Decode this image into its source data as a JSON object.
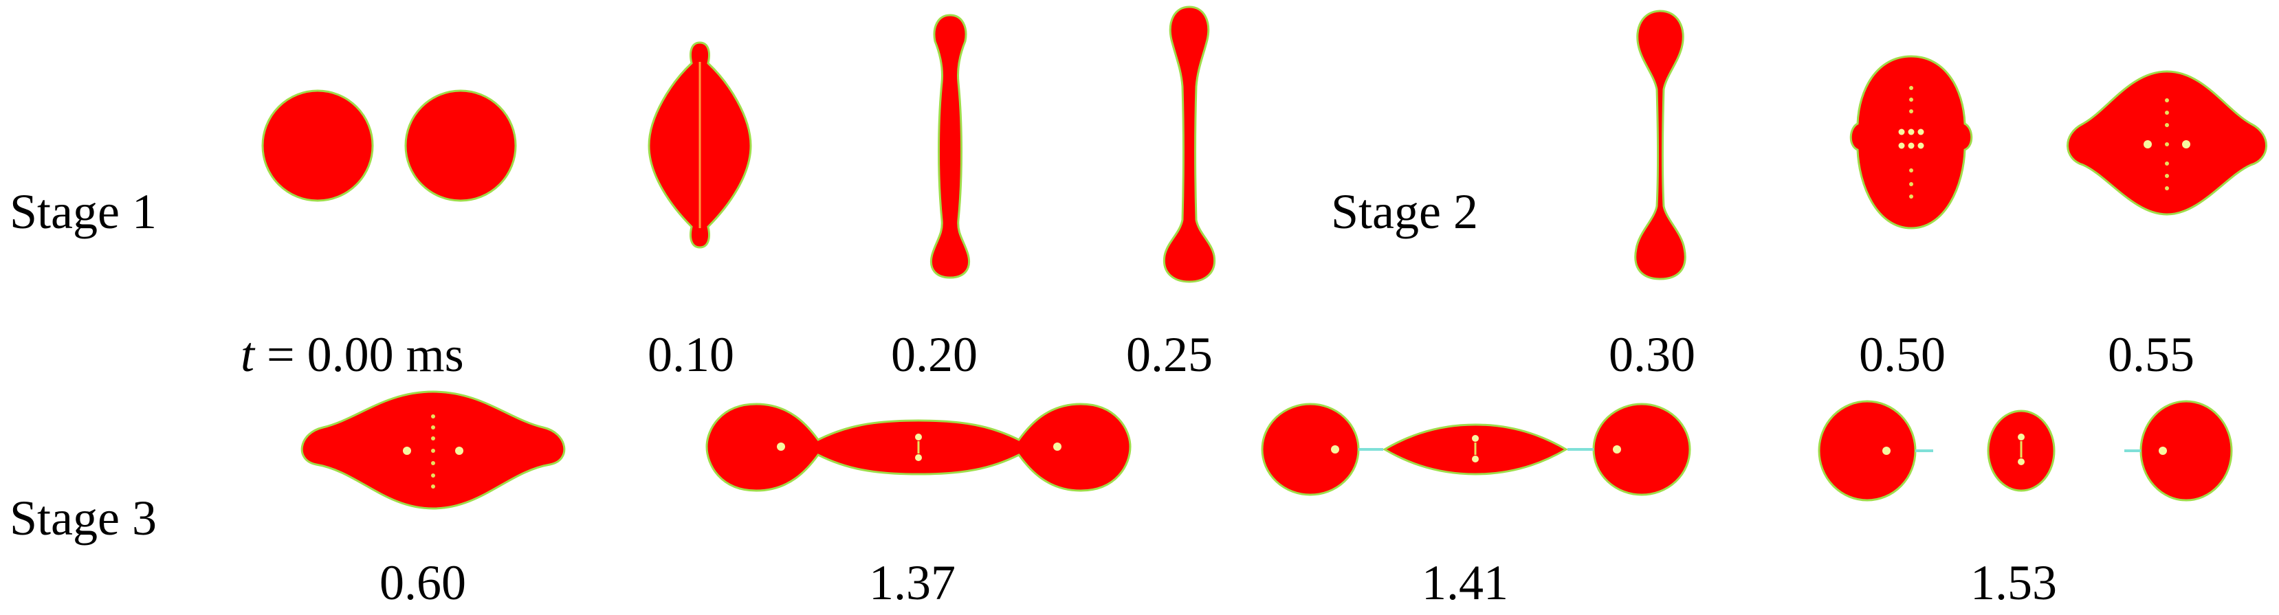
{
  "stages": {
    "stage1": "Stage 1",
    "stage2": "Stage 2",
    "stage3": "Stage 3"
  },
  "time_labels": {
    "t_symbol": "t",
    "t0_rest": " = 0.00 ms",
    "t1": "0.10",
    "t2": "0.20",
    "t3": "0.25",
    "t4": "0.30",
    "t5": "0.50",
    "t6": "0.55",
    "t7": "0.60",
    "t8": "1.37",
    "t9": "1.41",
    "t10": "1.53"
  },
  "colors": {
    "droplet_fill": "#ff0000",
    "droplet_outline": "#9fdc4a",
    "bubble_spot": "#f7f7a0",
    "neck_thread": "#7fe0d8"
  }
}
